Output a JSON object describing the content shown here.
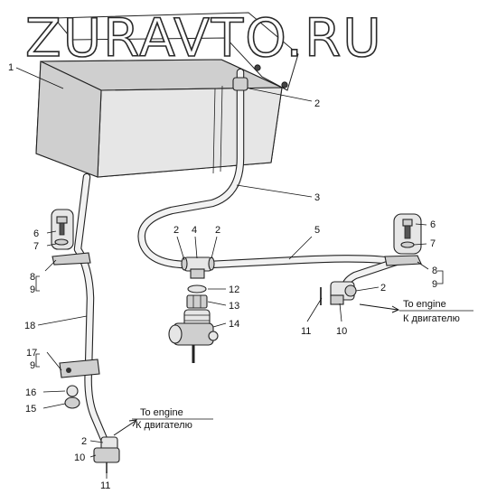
{
  "watermark": "ZURAVTO.RU",
  "callouts": {
    "c1": "1",
    "c2a": "2",
    "c2b": "2",
    "c2c": "2",
    "c2d": "2",
    "c2e": "2",
    "c3": "3",
    "c4": "4",
    "c5": "5",
    "c6a": "6",
    "c6b": "6",
    "c7a": "7",
    "c7b": "7",
    "c8a": "8",
    "c8b": "8",
    "c9a": "9",
    "c9b": "9",
    "c9c": "9",
    "c10a": "10",
    "c10b": "10",
    "c11a": "11",
    "c11b": "11",
    "c12": "12",
    "c13": "13",
    "c14": "14",
    "c15": "15",
    "c16": "16",
    "c17": "17",
    "c18": "18"
  },
  "notes": {
    "right_en": "To engine",
    "right_ru": "К двигателю",
    "bottom_en": "To engine",
    "bottom_ru": "К двигателю"
  }
}
